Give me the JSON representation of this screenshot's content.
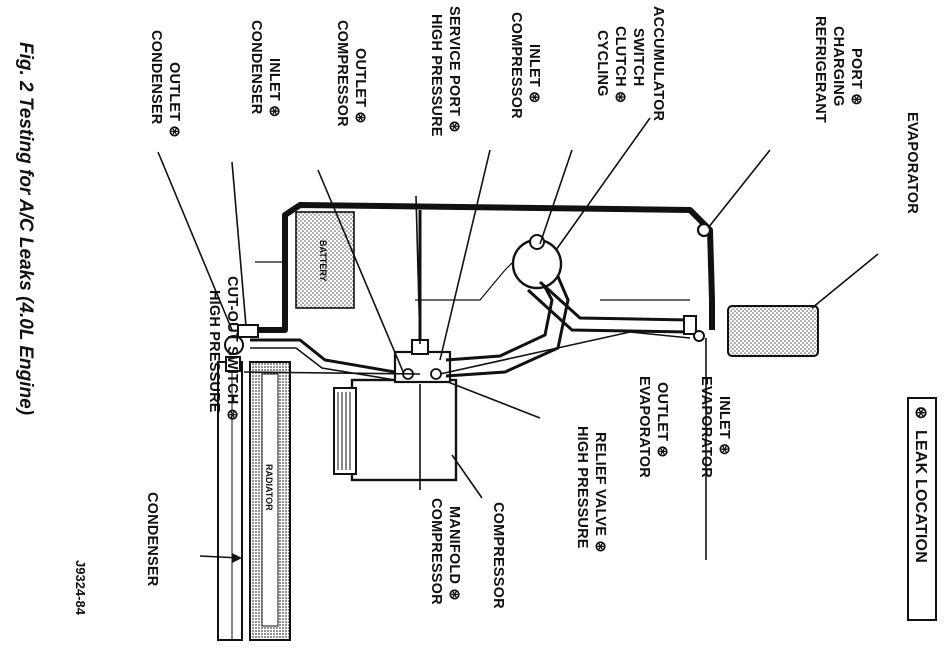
{
  "caption": "Fig. 2 Testing for A/C Leaks (4.0L Engine)",
  "figure_code": "J9324-84",
  "legend": {
    "text": "LEAK LOCATION",
    "symbol": "⊛"
  },
  "leak_symbol": "⊛",
  "labels": {
    "condenser_outlet": [
      "CONDENSER",
      "OUTLET ⊛"
    ],
    "condenser_inlet": [
      "CONDENSER",
      "INLET ⊛"
    ],
    "compressor_outlet": [
      "COMPRESSOR",
      "OUTLET ⊛"
    ],
    "high_pressure_service_port": [
      "HIGH PRESSURE",
      "SERVICE PORT ⊛"
    ],
    "compressor_inlet": [
      "COMPRESSOR",
      "INLET ⊛"
    ],
    "cycling_clutch_switch": [
      "CYCLING",
      "CLUTCH ⊛",
      "SWITCH"
    ],
    "accumulator": [
      "ACCUMULATOR"
    ],
    "refrigerant_charging_port": [
      "REFRIGERANT",
      "CHARGING",
      "PORT ⊛"
    ],
    "evaporator": [
      "EVAPORATOR"
    ],
    "evaporator_inlet": [
      "EVAPORATOR",
      "INLET ⊛"
    ],
    "evaporator_outlet": [
      "EVAPORATOR",
      "OUTLET ⊛"
    ],
    "high_pressure_relief_valve": [
      "HIGH PRESSURE",
      "RELIEF VALVE ⊛"
    ],
    "compressor": [
      "COMPRESSOR"
    ],
    "compressor_manifold": [
      "COMPRESSOR",
      "MANIFOLD ⊛"
    ],
    "high_pressure_cutout_switch": [
      "HIGH PRESSURE",
      "CUT-OUT SWITCH ⊛"
    ],
    "condenser": [
      "CONDENSER"
    ],
    "battery": "BATTERY",
    "radiator": "RADIATOR"
  }
}
